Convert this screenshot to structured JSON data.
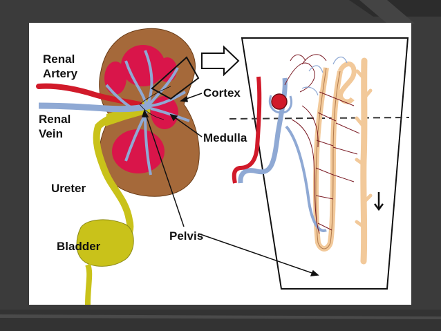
{
  "labels": {
    "renal_artery_line1": "Renal",
    "renal_artery_line2": "Artery",
    "renal_vein_line1": "Renal",
    "renal_vein_line2": "Vein",
    "cortex": "Cortex",
    "medulla": "Medulla",
    "ureter": "Ureter",
    "bladder": "Bladder",
    "pelvis": "Pelvis"
  },
  "colors": {
    "background": "#3b3b3b",
    "panel": "#ffffff",
    "kidney_cortex": "#a5693a",
    "medulla_pyramid": "#d9154a",
    "vein": "#8fa9d4",
    "artery": "#d11a2a",
    "ureter": "#c9c21a",
    "tubule": "#f2c99a"
  }
}
